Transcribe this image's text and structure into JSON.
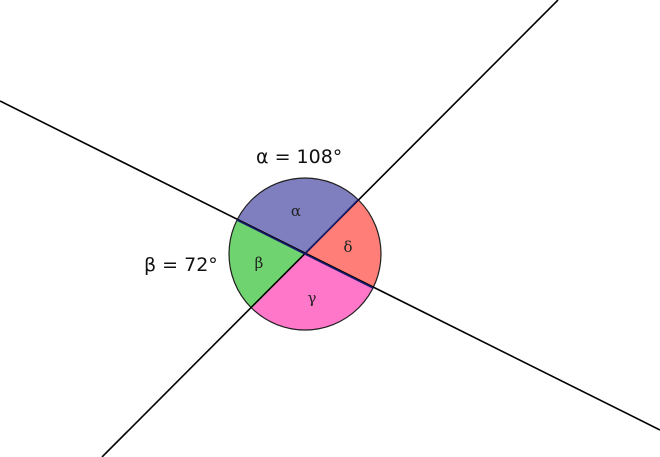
{
  "labels": {
    "alpha": "α",
    "beta": "β",
    "gamma": "γ",
    "delta": "δ"
  },
  "captions": {
    "alpha": "α = 108°",
    "beta": "β = 72°"
  },
  "colors": {
    "alpha": "#7f7fbf",
    "beta": "#6fd46f",
    "gamma": "#ff77c9",
    "delta": "#ff7f78",
    "line": "#000000",
    "arc": "#1f1f1f"
  }
}
